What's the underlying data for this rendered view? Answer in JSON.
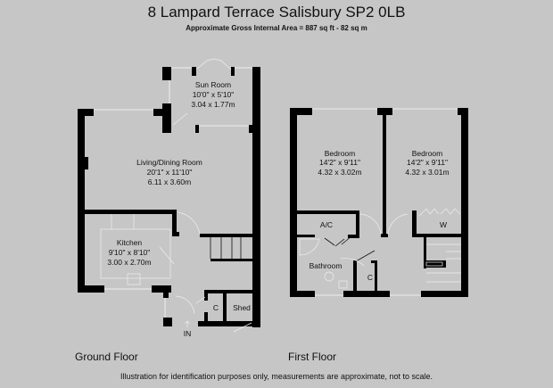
{
  "header": {
    "title": "8 Lampard Terrace Salisbury SP2 0LB",
    "subtitle": "Approximate Gross Internal Area = 887 sq ft - 82 sq m"
  },
  "ground_floor": {
    "label": "Ground Floor",
    "rooms": [
      {
        "name": "Sun Room",
        "imperial": "10'0\" x 5'10\"",
        "metric": "3.04 x 1.77m"
      },
      {
        "name": "Living/Dining Room",
        "imperial": "20'1\" x 11'10\"",
        "metric": "6.11 x 3.60m"
      },
      {
        "name": "Kitchen",
        "imperial": "9'10\" x 8'10\"",
        "metric": "3.00 x 2.70m"
      },
      {
        "name": "C"
      },
      {
        "name": "Shed"
      }
    ],
    "entrance": "IN"
  },
  "first_floor": {
    "label": "First Floor",
    "rooms": [
      {
        "name": "Bedroom",
        "imperial": "14'2\" x 9'11\"",
        "metric": "4.32 x 3.02m"
      },
      {
        "name": "Bedroom",
        "imperial": "14'2\" x 9'11\"",
        "metric": "4.32 x 3.01m"
      },
      {
        "name": "A/C"
      },
      {
        "name": "W"
      },
      {
        "name": "Bathroom"
      },
      {
        "name": "C"
      }
    ]
  },
  "footer": {
    "disclaimer": "Illustration for identification purposes only, measurements are approximate, not to scale."
  }
}
